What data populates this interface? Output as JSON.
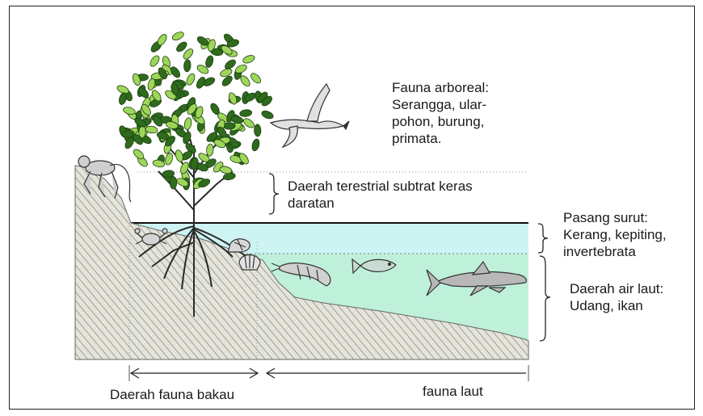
{
  "labels": {
    "arboreal": [
      "Fauna arboreal:",
      "Serangga, ular-",
      "pohon, burung,",
      "primata."
    ],
    "terrestrial": [
      "Daerah terestrial subtrat keras",
      "daratan"
    ],
    "tidal": [
      "Pasang surut:",
      "Kerang, kepiting,",
      "invertebrata"
    ],
    "sea": [
      "Daerah air laut:",
      "Udang, ikan"
    ],
    "mangrove_zone": "Daerah fauna bakau",
    "sea_fauna": "fauna laut"
  },
  "colors": {
    "ground": "#dcdcd2",
    "tidal_water": "#cdf3f3",
    "sea_water": "#bff0da",
    "leaf_dark": "#2e6b1d",
    "leaf_light": "#9ed65a"
  },
  "icons": [
    "monkey-icon",
    "bird-icon",
    "crab-icon",
    "snail-icon",
    "clam-icon",
    "shrimp-icon",
    "fish-icon",
    "shark-icon",
    "mangrove-tree-icon"
  ]
}
